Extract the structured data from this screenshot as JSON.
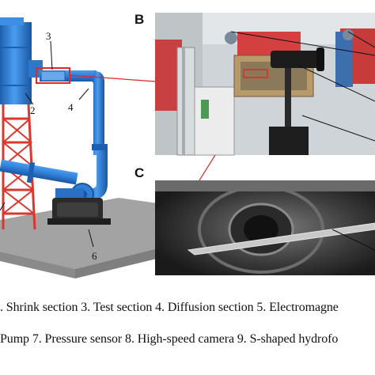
{
  "panels": {
    "a_numbers": [
      "3",
      "2",
      "4",
      "6"
    ],
    "b_label": "B",
    "c_label": "C"
  },
  "caption": {
    "line1": ". Shrink section 3. Test section 4. Diffusion section 5. Electromagne",
    "line2": "Pump 7. Pressure sensor 8. High-speed camera 9. S-shaped hydrofo"
  },
  "colors": {
    "pipe_blue": "#2f7fd6",
    "frame_red": "#d9382f",
    "base_gray": "#9a9a9a",
    "photo_dark": "#3a3a3a"
  }
}
